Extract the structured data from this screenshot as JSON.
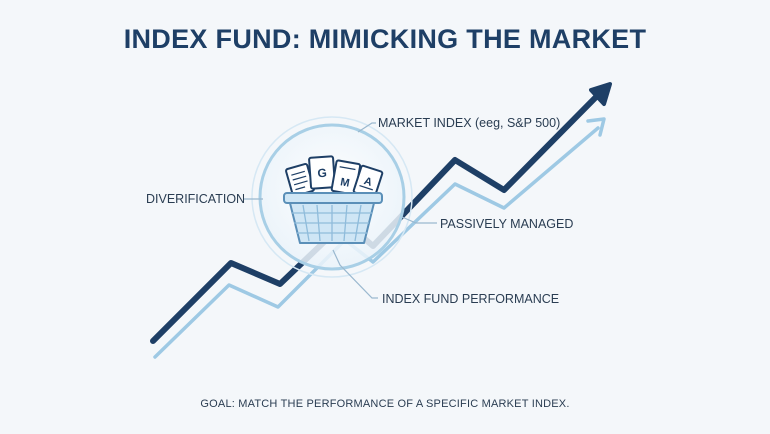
{
  "title": "INDEX FUND: MIMICKING THE MARKET",
  "labels": {
    "market_index": "MARKET INDEX (eeg, S&P 500)",
    "diversification": "DIVERIFICATION",
    "passively_managed": "PASSIVELY MANAGED",
    "index_fund_performance": "INDEX FUND PERFORMANCE"
  },
  "goal": "GOAL: MATCH THE PERFORMANCE OF A SPECIFIC MARKET INDEX.",
  "basket": {
    "card_letters": [
      "",
      "G",
      "M",
      "A"
    ]
  },
  "colors": {
    "background": "#f4f7fa",
    "market_line": "#1e3f66",
    "fund_line": "#9ec9e4",
    "circle_stroke": "#a8cfe6",
    "basket_fill": "#cfe6f5",
    "basket_stroke": "#5a8fb8",
    "callout": "#9ab8cf"
  },
  "icons": {
    "basket": "basket-icon",
    "documents": "document-icon",
    "arrow": "arrow-head-icon"
  }
}
